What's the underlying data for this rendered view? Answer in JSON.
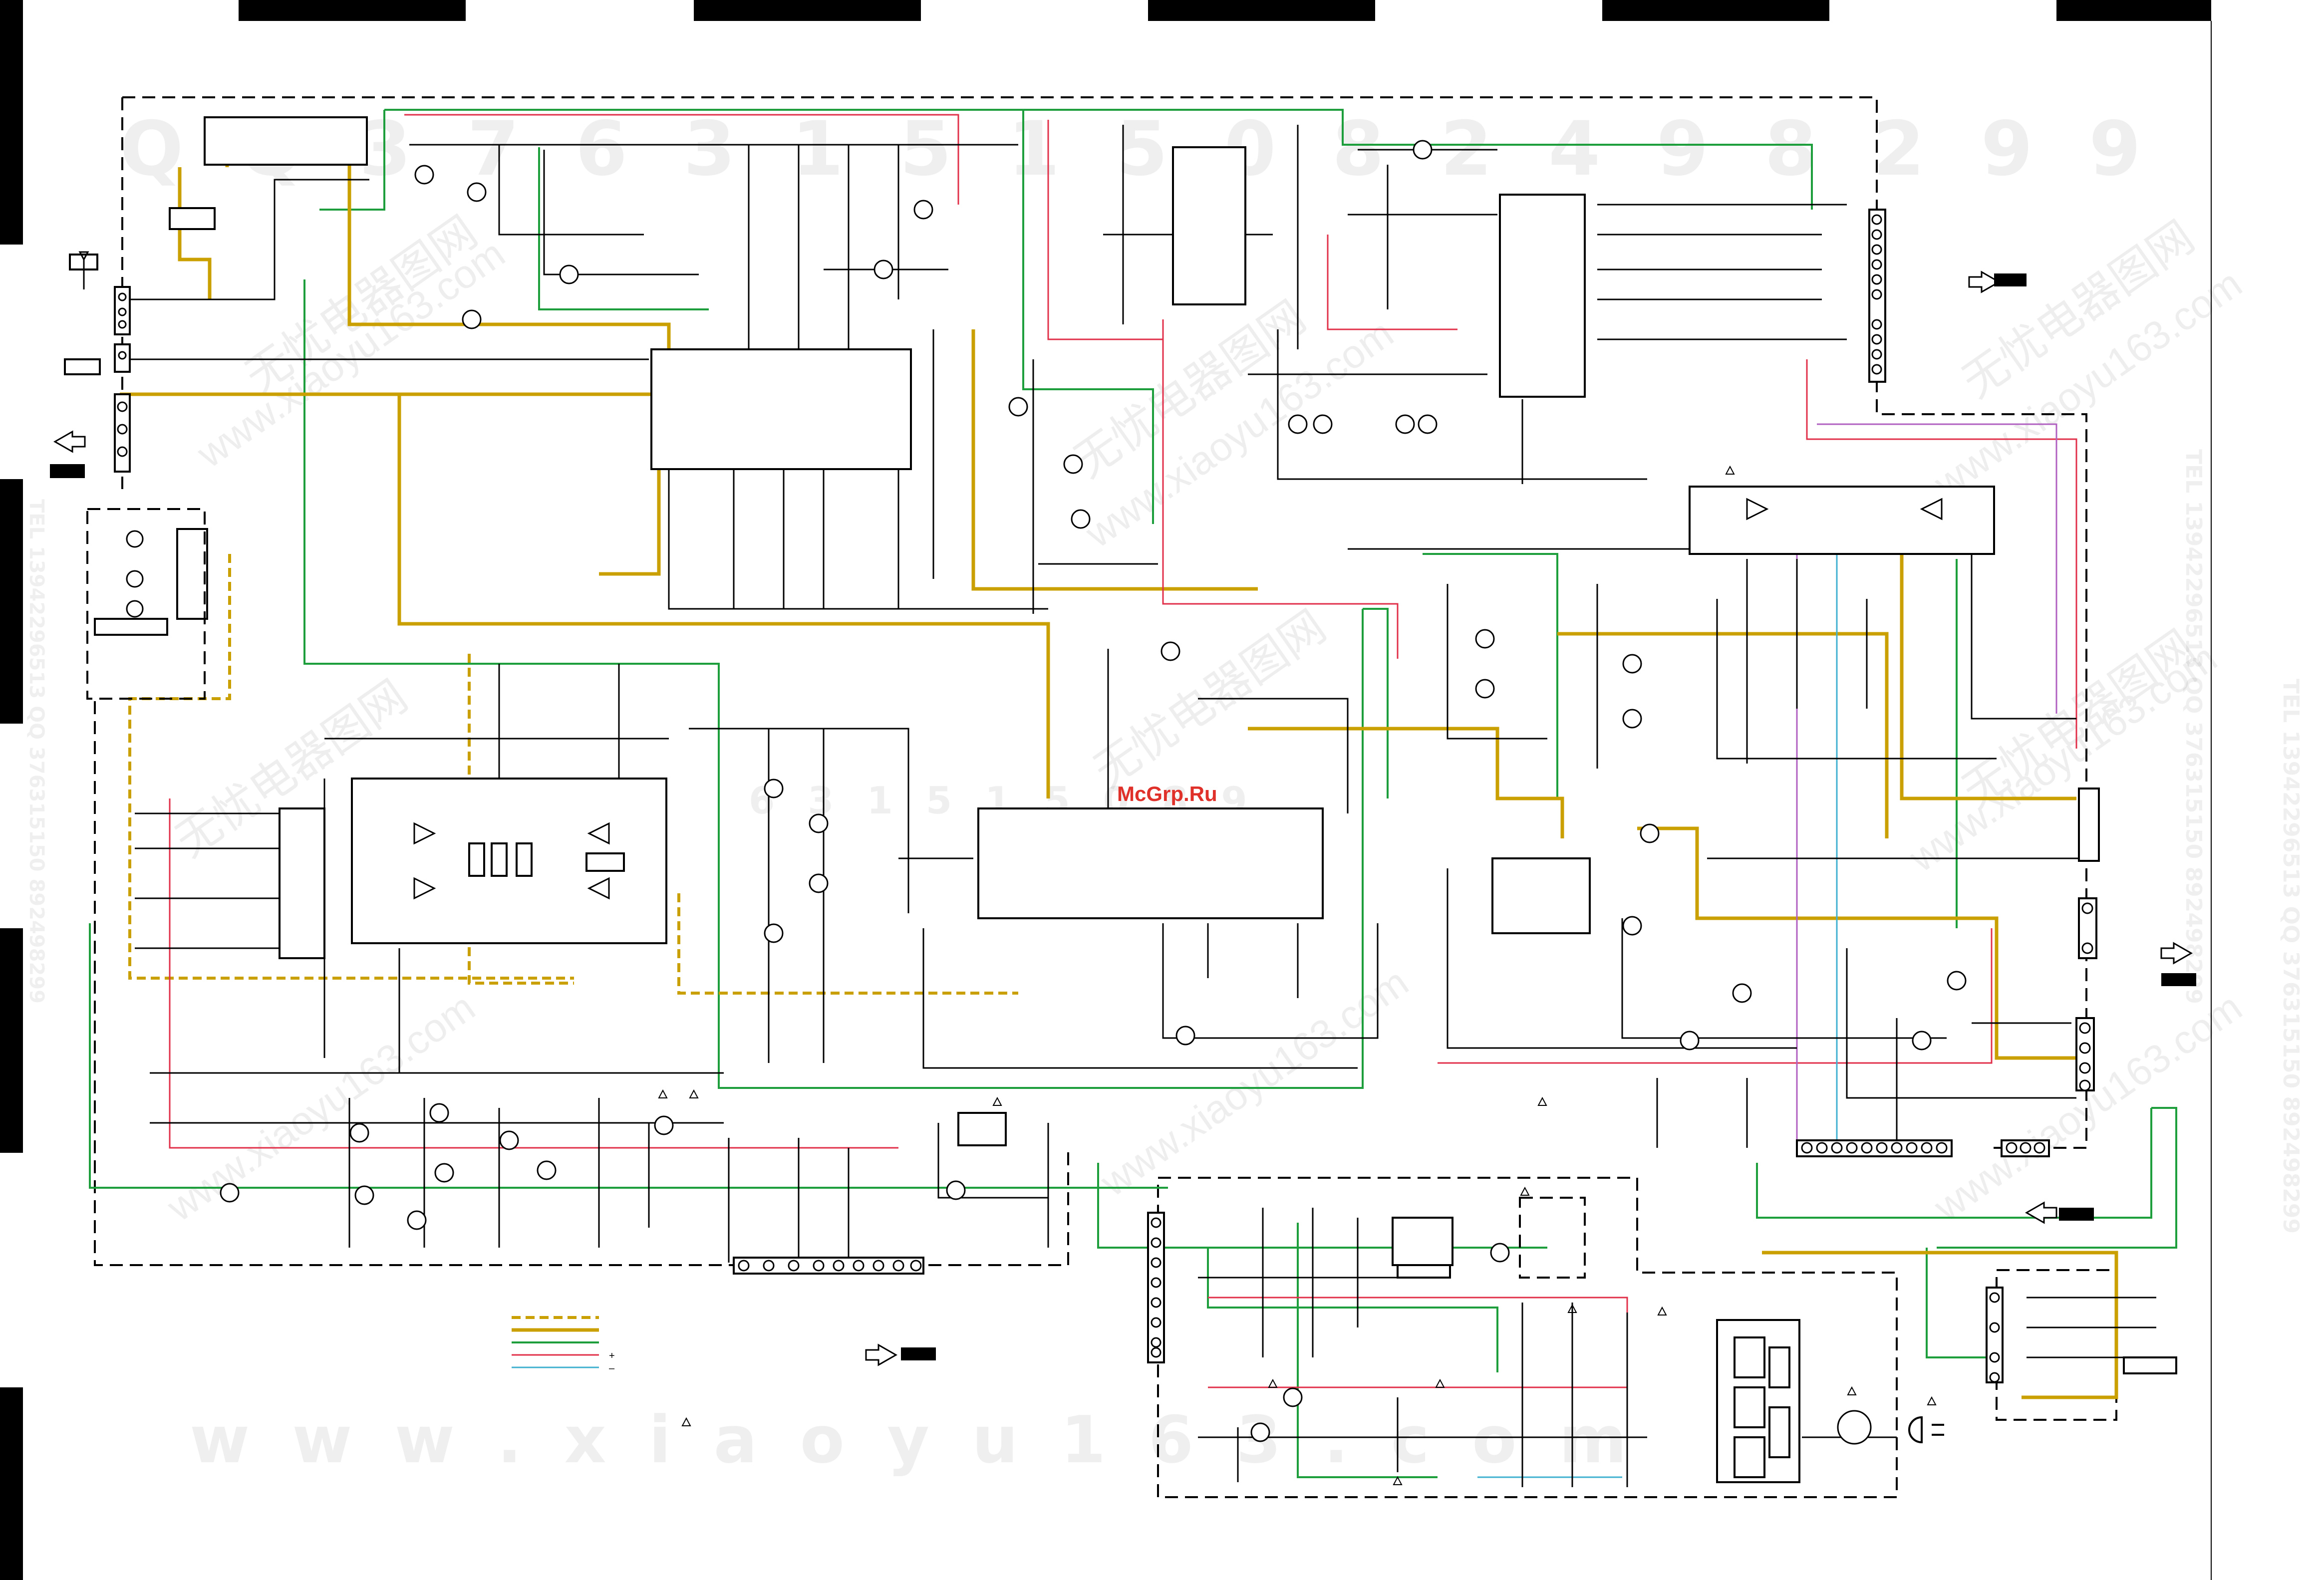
{
  "watermarks": {
    "top_digits": "Q Q 3 7 6 3 1 5 1 5 0 8 2 4 9 8 2 9 9",
    "mid_digits": "6 3 1 5 1 5 0 8 9",
    "bottom_url": "w w w . x i a o y u 1 6 3 . c o m",
    "right_vertical_1": "TEL 13942296513 QQ 376315150 892498299",
    "right_vertical_2": "TEL 13942296513 QQ 376315150 892498299",
    "left_vertical": "TEL 13942296513 QQ 376315150 892498299",
    "diagonal": "www.xiaoyu163.com",
    "diagonal_cn": "无忧电器图网",
    "site_label": "McGrp.Ru"
  },
  "legend": {
    "plus": "+",
    "minus": "–"
  },
  "colors": {
    "wire": "#000000",
    "green": "#1e9e3c",
    "yellow": "#c9a000",
    "red": "#e0304a",
    "purple": "#b060c0",
    "cyan": "#40b0d0",
    "site": "#e0302a"
  },
  "icons": [
    "arrow-left-icon",
    "arrow-right-icon",
    "warning-triangle-icon",
    "transistor-icon",
    "opamp-icon",
    "motor-icon",
    "power-plug-icon",
    "antenna-icon"
  ]
}
